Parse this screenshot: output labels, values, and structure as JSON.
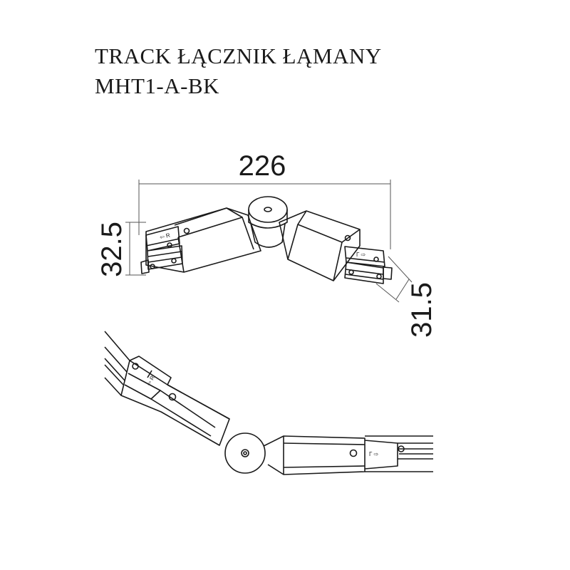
{
  "title": {
    "line1": "TRACK ŁĄCZNIK ŁĄMANY",
    "line2": "MHT1-A-BK"
  },
  "dimensions": {
    "length": "226",
    "height_left": "32.5",
    "height_right": "31.5"
  },
  "markings": {
    "left_arrow": "⇦ R",
    "right_arrow": "Γ ⇨"
  },
  "colors": {
    "line": "#1a1a1a",
    "dim_line": "#555555",
    "background": "#ffffff"
  }
}
